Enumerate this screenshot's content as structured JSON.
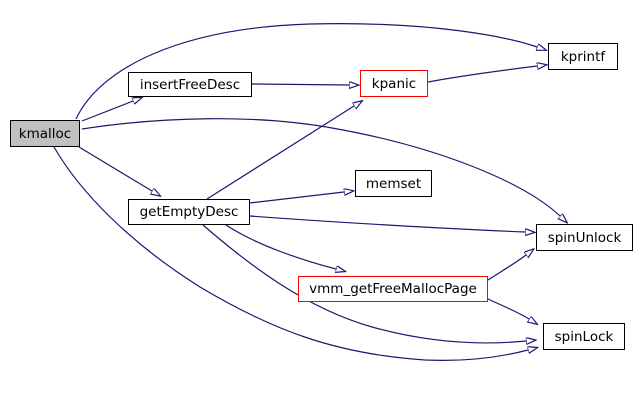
{
  "diagram": {
    "type": "call-graph",
    "background_color": "#ffffff",
    "edge_color": "#191970",
    "node_fill": "#ffffff",
    "root_node_fill": "#c0c0c0",
    "node_border_color": "#000000",
    "highlighted_border_color": "#ff0000",
    "nodes": [
      {
        "id": "kmalloc",
        "label": "kmalloc",
        "style": "root"
      },
      {
        "id": "insertFreeDesc",
        "label": "insertFreeDesc",
        "style": "normal"
      },
      {
        "id": "kpanic",
        "label": "kpanic",
        "style": "highlighted"
      },
      {
        "id": "kprintf",
        "label": "kprintf",
        "style": "normal"
      },
      {
        "id": "getEmptyDesc",
        "label": "getEmptyDesc",
        "style": "normal"
      },
      {
        "id": "memset",
        "label": "memset",
        "style": "normal"
      },
      {
        "id": "spinUnlock",
        "label": "spinUnlock",
        "style": "normal"
      },
      {
        "id": "vmm_getFreeMallocPage",
        "label": "vmm_getFreeMallocPage",
        "style": "highlighted"
      },
      {
        "id": "spinLock",
        "label": "spinLock",
        "style": "normal"
      }
    ],
    "edges": [
      {
        "from": "kmalloc",
        "to": "kprintf"
      },
      {
        "from": "kmalloc",
        "to": "insertFreeDesc"
      },
      {
        "from": "kmalloc",
        "to": "getEmptyDesc"
      },
      {
        "from": "kmalloc",
        "to": "spinUnlock"
      },
      {
        "from": "kmalloc",
        "to": "spinLock"
      },
      {
        "from": "insertFreeDesc",
        "to": "kpanic"
      },
      {
        "from": "kpanic",
        "to": "kprintf"
      },
      {
        "from": "getEmptyDesc",
        "to": "kpanic"
      },
      {
        "from": "getEmptyDesc",
        "to": "memset"
      },
      {
        "from": "getEmptyDesc",
        "to": "spinUnlock"
      },
      {
        "from": "getEmptyDesc",
        "to": "vmm_getFreeMallocPage"
      },
      {
        "from": "getEmptyDesc",
        "to": "spinLock"
      },
      {
        "from": "vmm_getFreeMallocPage",
        "to": "spinUnlock"
      },
      {
        "from": "vmm_getFreeMallocPage",
        "to": "spinLock"
      }
    ]
  }
}
